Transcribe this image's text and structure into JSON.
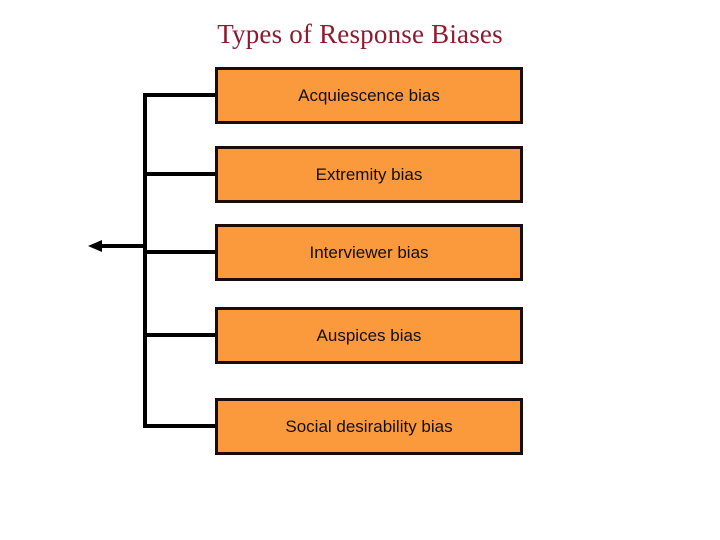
{
  "slide": {
    "title": "Types of Response Biases",
    "title_color": "#8f1a2e",
    "background_color": "#ffffff"
  },
  "diagram": {
    "type": "bracket-tree",
    "box_fill_color": "#fb9a3c",
    "box_border_color": "#1a0d07",
    "connector_color": "#000000",
    "arrow_direction": "left",
    "boxes": [
      {
        "label": "Acquiescence bias"
      },
      {
        "label": "Extremity bias"
      },
      {
        "label": "Interviewer bias"
      },
      {
        "label": "Auspices bias"
      },
      {
        "label": "Social desirability bias"
      }
    ]
  }
}
